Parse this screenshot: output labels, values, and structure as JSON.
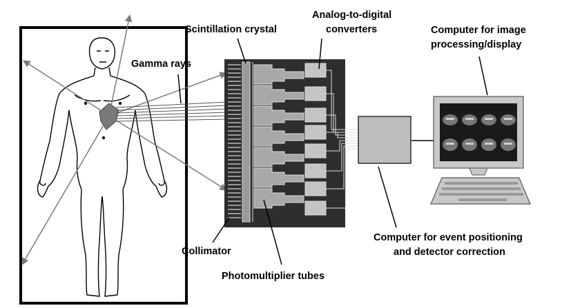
{
  "labels": {
    "gamma_rays": "Gamma rays",
    "scintillation_crystal": "Scintillation crystal",
    "adc_line1": "Analog-to-digital",
    "adc_line2": "converters",
    "computer_image_line1": "Computer for image",
    "computer_image_line2": "processing/display",
    "collimator": "Collimator",
    "photomultiplier_tubes": "Photomultiplier tubes",
    "computer_event_line1": "Computer for event positioning",
    "computer_event_line2": "and detector correction"
  },
  "colors": {
    "detector_body": "#2e2e2e",
    "crystal": "#9a9a9a",
    "pmt": "#a8a8a8",
    "adc": "#c4c4c4",
    "computer_box": "#bdbdbd",
    "monitor_frame": "#c8c8c8",
    "screen": "#1a1a1a",
    "arrow": "#7a7a7a"
  },
  "icons": {
    "patient": "human-body-outline",
    "monitor": "computer-monitor-icon",
    "keyboard": "keyboard-icon"
  }
}
